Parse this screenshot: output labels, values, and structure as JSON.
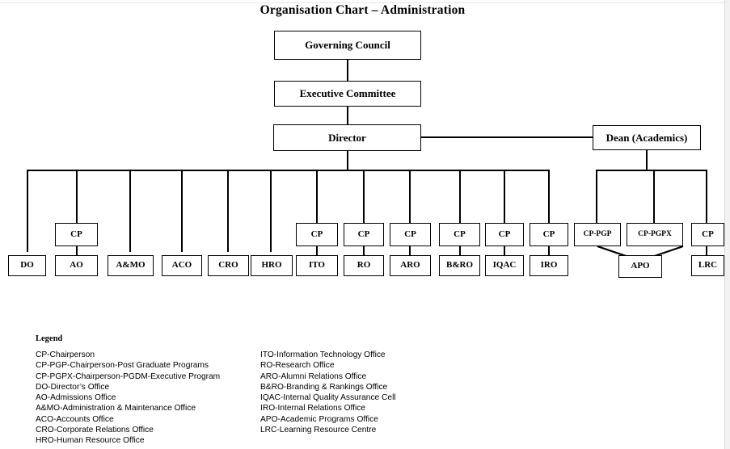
{
  "title": "Organisation Chart – Administration",
  "nodes": {
    "governing_council": "Governing Council",
    "executive_committee": "Executive Committee",
    "director": "Director",
    "dean": "Dean (Academics)",
    "cp": "CP",
    "cp_pgp": "CP-PGP",
    "cp_pgpx": "CP-PGPX",
    "do": "DO",
    "ao": "AO",
    "amo": "A&MO",
    "aco": "ACO",
    "cro": "CRO",
    "hro": "HRO",
    "ito": "ITO",
    "ro": "RO",
    "aro": "ARO",
    "bro": "B&RO",
    "iqac": "IQAC",
    "iro": "IRO",
    "apo": "APO",
    "lrc": "LRC"
  },
  "legend": {
    "title": "Legend",
    "column1": [
      "CP-Chairperson",
      "CP-PGP-Chairperson-Post Graduate Programs",
      "CP-PGPX-Chairperson-PGDM-Executive Program",
      "DO-Director’s Office",
      "AO-Admissions Office",
      "A&MO-Administration & Maintenance Office",
      "ACO-Accounts Office",
      "CRO-Corporate Relations Office",
      "HRO-Human Resource Office"
    ],
    "column2": [
      "ITO-Information Technology Office",
      "RO-Research Office",
      "ARO-Alumni Relations Office",
      "B&RO-Branding & Rankings Office",
      "IQAC-Internal Quality Assurance Cell",
      "IRO-Internal Relations Office",
      "APO-Academic Programs Office",
      "LRC-Learning Resource Centre"
    ]
  },
  "colors": {
    "line": "#000000",
    "box_fill": "#ffffff",
    "text": "#000000"
  }
}
